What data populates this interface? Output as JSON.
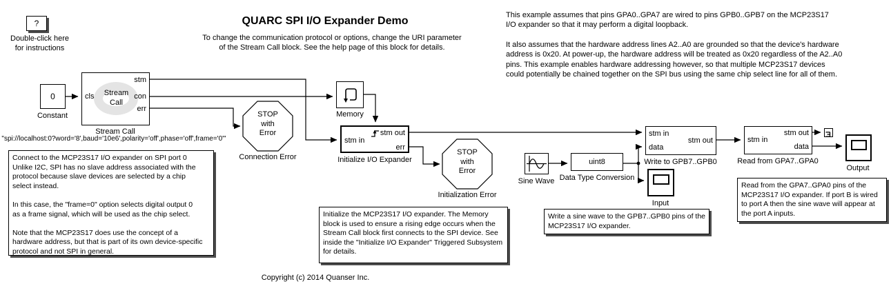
{
  "header": {
    "instructions_icon": "?",
    "instructions_caption": "Double-click here\nfor instructions",
    "title": "QUARC SPI I/O Expander Demo",
    "subtitle": "To change the communication protocol or options, change the URI parameter\nof the Stream Call block. See the help page of this block for details.",
    "note1": "This example assumes that pins GPA0..GPA7 are wired to pins GPB0..GPB7 on the MCP23S17\nI/O expander so that it may perform a digital loopback.",
    "note2": "It also assumes that the hardware address lines A2..A0 are grounded so that the device's hardware\naddress is 0x20. At power-up, the hardware address will be treated as 0x20 regardless of the A2..A0\npins. This example enables hardware addressing however, so that multiple MCP23S17 devices\ncould potentially be chained together on the SPI bus using the same chip select line for all of them."
  },
  "blocks": {
    "constant": {
      "value": "0",
      "label": "Constant"
    },
    "stream_call": {
      "body": "Stream\nCall",
      "label": "Stream Call",
      "uri": "\"spi://localhost:0?word='8',baud='10e6',polarity='off',phase='off',frame='0'\"",
      "ports": {
        "cls": "cls",
        "stm": "stm",
        "con": "con",
        "err": "err"
      }
    },
    "connection_error": {
      "body": "STOP\nwith\nError",
      "label": "Connection Error"
    },
    "memory": {
      "label": "Memory"
    },
    "initialize": {
      "label": "Initialize I/O Expander",
      "ports": {
        "stm_in": "stm in",
        "stm_out": "stm out",
        "err": "err"
      }
    },
    "initialization_error": {
      "body": "STOP\nwith\nError",
      "label": "Initialization Error"
    },
    "sine_wave": {
      "label": "Sine Wave"
    },
    "data_type_conversion": {
      "body": "uint8",
      "label": "Data Type Conversion"
    },
    "write_gpb": {
      "label": "Write to GPB7..GPB0",
      "ports": {
        "stm_in": "stm in",
        "data": "data",
        "stm_out": "stm out"
      }
    },
    "input_scope": {
      "label": "Input"
    },
    "read_gpa": {
      "label": "Read from GPA7..GPA0",
      "ports": {
        "stm_in": "stm in",
        "stm_out": "stm out",
        "data": "data"
      }
    },
    "output_scope": {
      "label": "Output"
    }
  },
  "notes": {
    "connect": "Connect to the MCP23S17 I/O expander on SPI port 0\nUnlike I2C, SPI has no slave address associated with the\nprotocol because slave devices are selected by a chip\nselect instead.\n\nIn this case, the \"frame=0\" option selects digital output 0\nas a frame signal, which will be used as the chip select.\n\nNote that the MCP23S17 does use the concept of a\nhardware address, but that is part of its own device-specific\nprotocol and not SPI in general.",
    "initialize": "Initialize the MCP23S17 I/O expander. The Memory\nblock is used to ensure a rising edge occurs when the\nStream Call block first connects to the SPI device. See\ninside the \"Initialize I/O Expander\" Triggered Subsystem\nfor details.",
    "write": "Write a sine wave to the GPB7..GPB0 pins of the\nMCP23S17 I/O expander.",
    "read": "Read from the GPA7..GPA0 pins of the\nMCP23S17 I/O expander. If port B is wired\nto port A then the sine wave will appear at\nthe port A inputs."
  },
  "footer": {
    "copyright": "Copyright (c) 2014 Quanser Inc."
  },
  "colors": {
    "wire": "#000000",
    "shadow": "#4d4d4d",
    "watermark": "#e4e4e4"
  }
}
